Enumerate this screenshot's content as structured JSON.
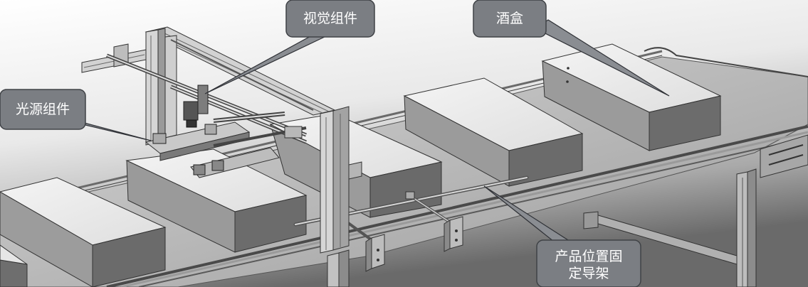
{
  "callouts": {
    "vision_assembly": "视觉组件",
    "wine_box": "酒盒",
    "light_source_assembly": "光源组件",
    "guide_rack_line1": "产品位置固",
    "guide_rack_line2": "定导架"
  },
  "colors": {
    "callout_fill": "#7b7e83",
    "callout_border": "#3f4246",
    "callout_text": "#ffffff",
    "box_top": "#ececec",
    "box_side": "#6c6c6c",
    "box_front": "#9a9a9a",
    "frame": "#b8b8b8",
    "background_top": "#ffffff",
    "background_bottom": "#6e6e6e"
  }
}
